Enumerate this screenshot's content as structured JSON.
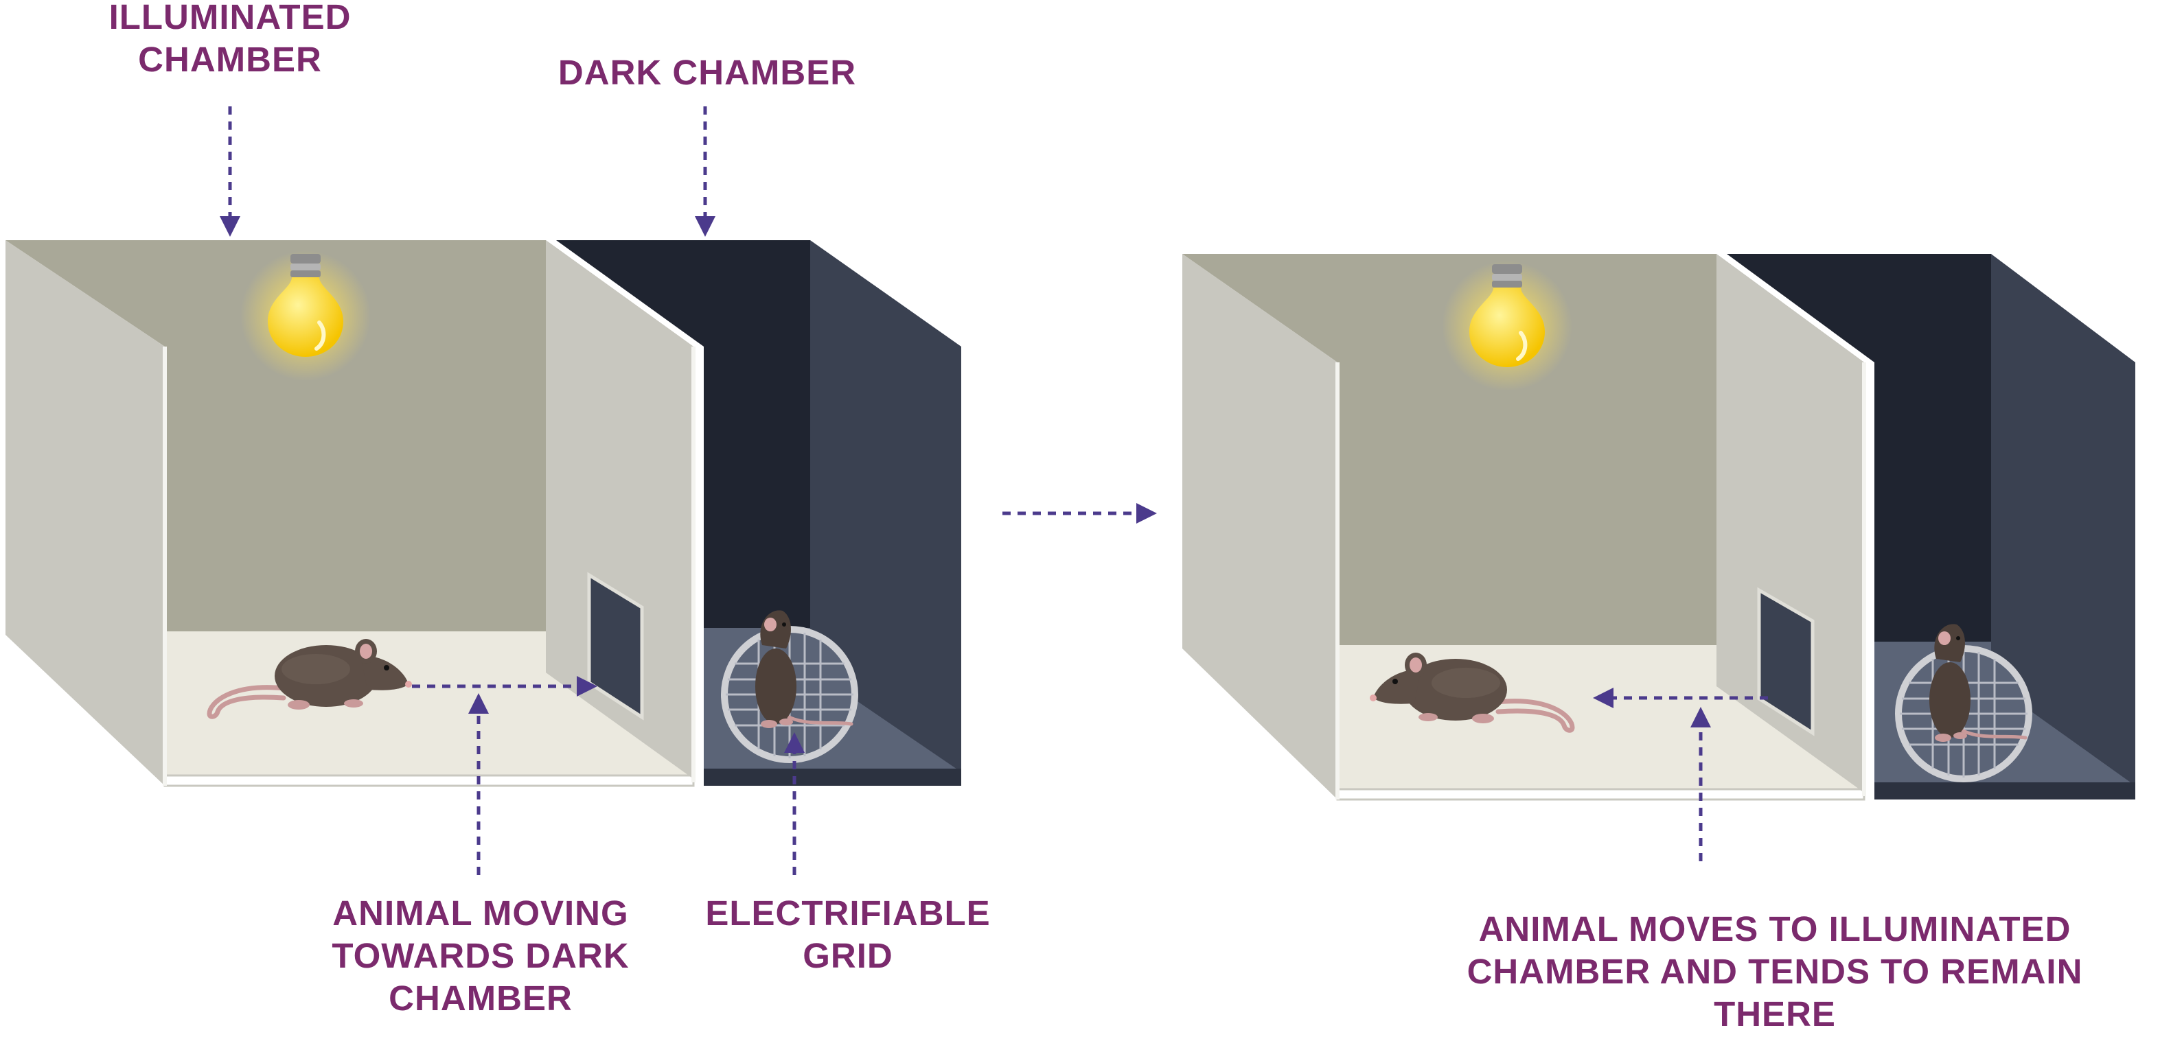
{
  "labels": {
    "illuminated_chamber": "ILLUMINATED\nCHAMBER",
    "dark_chamber": "DARK CHAMBER",
    "animal_moving": "ANIMAL MOVING\nTOWARDS DARK\nCHAMBER",
    "electrifiable_grid": "ELECTRIFIABLE\nGRID",
    "animal_moves": "ANIMAL MOVES TO ILLUMINATED\nCHAMBER AND TENDS TO REMAIN\nTHERE"
  },
  "colors": {
    "label_text": "#7b2a6d",
    "arrow": "#4b3a8c",
    "lit_back_wall": "#a9a898",
    "lit_side_wall": "#c8c7bf",
    "lit_floor": "#ebe9df",
    "dark_back_wall": "#1f2430",
    "dark_side_wall": "#3a4151",
    "dark_floor": "#5b6477",
    "bulb": "#ffd21a",
    "mouse": "#5d4f47"
  },
  "icons": [
    "light-bulb-icon",
    "mouse-icon",
    "electric-grid-icon",
    "arrow-icon"
  ]
}
